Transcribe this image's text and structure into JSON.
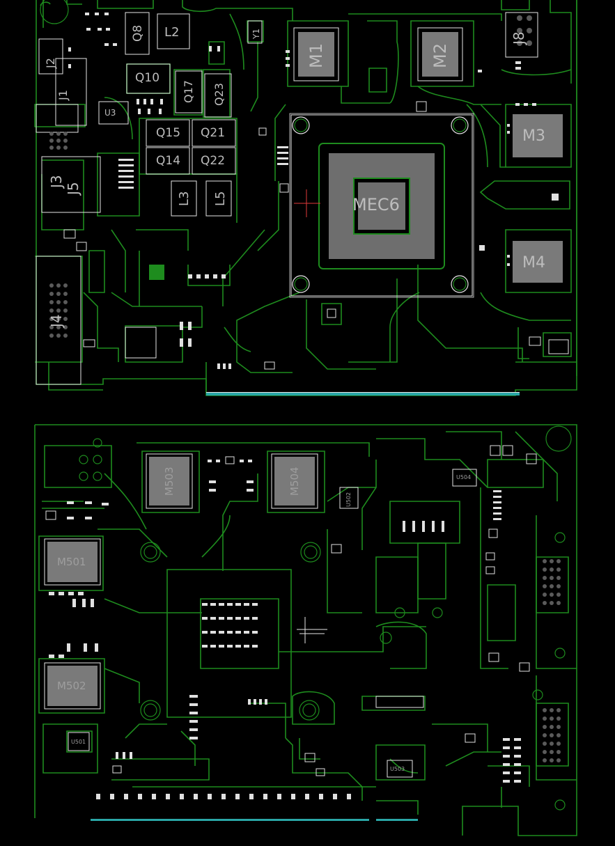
{
  "colors": {
    "background": "#000000",
    "trace": "#1e8c1e",
    "outline": "#e6e6e6",
    "pad": "#e0e0e0",
    "pad_dark": "#9a9a9a",
    "crosshair": "#e03a3a",
    "accent_teal": "#2aa7a7"
  },
  "top_board": {
    "components": {
      "L2": "L2",
      "Q8": "Q8",
      "Y1": "Y1",
      "J2": "J2",
      "J1": "J1",
      "U3": "U3",
      "Q10": "Q10",
      "Q17": "Q17",
      "Q23": "Q23",
      "Q15": "Q15",
      "Q21": "Q21",
      "Q14": "Q14",
      "Q22": "Q22",
      "J3": "J3",
      "J5": "J5",
      "L3": "L3",
      "L5": "L5",
      "J4": "J4",
      "M1": "M1",
      "M2": "M2",
      "J8": "J8",
      "M3": "M3",
      "M4": "M4",
      "MEC6": "MEC6"
    }
  },
  "bottom_board": {
    "components": {
      "M501": "M501",
      "M502": "M502",
      "M503": "M503",
      "M504": "M504",
      "U502": "U502",
      "U504": "U504",
      "U501": "U501",
      "U503": "U503"
    }
  }
}
